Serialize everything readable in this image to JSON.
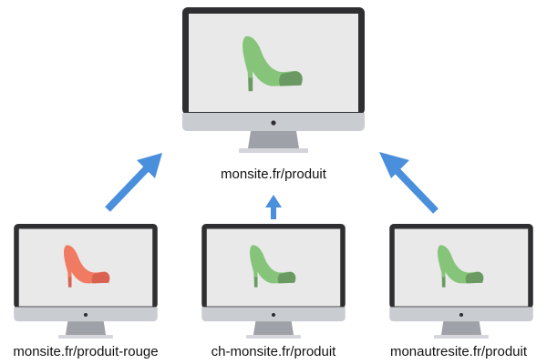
{
  "captions": {
    "top": "monsite.fr/produit",
    "left": "monsite.fr/produit-rouge",
    "middle": "ch-monsite.fr/produit",
    "right": "monautresite.fr/produit"
  },
  "icons": {
    "monitor": "desktop-monitor-icon",
    "shoe": "high-heel-shoe-icon",
    "arrow": "arrow-up-icon"
  },
  "colors": {
    "bezel": "#2f2f31",
    "screen": "#e9e9ea",
    "chin": "#c9ccd1",
    "stand": "#9ea1a7",
    "shoe_green": "#86c47a",
    "shoe_green_dark": "#6a9a62",
    "shoe_red": "#f07a62",
    "shoe_red_dark": "#d8614f",
    "arrow": "#4a8fdb"
  }
}
